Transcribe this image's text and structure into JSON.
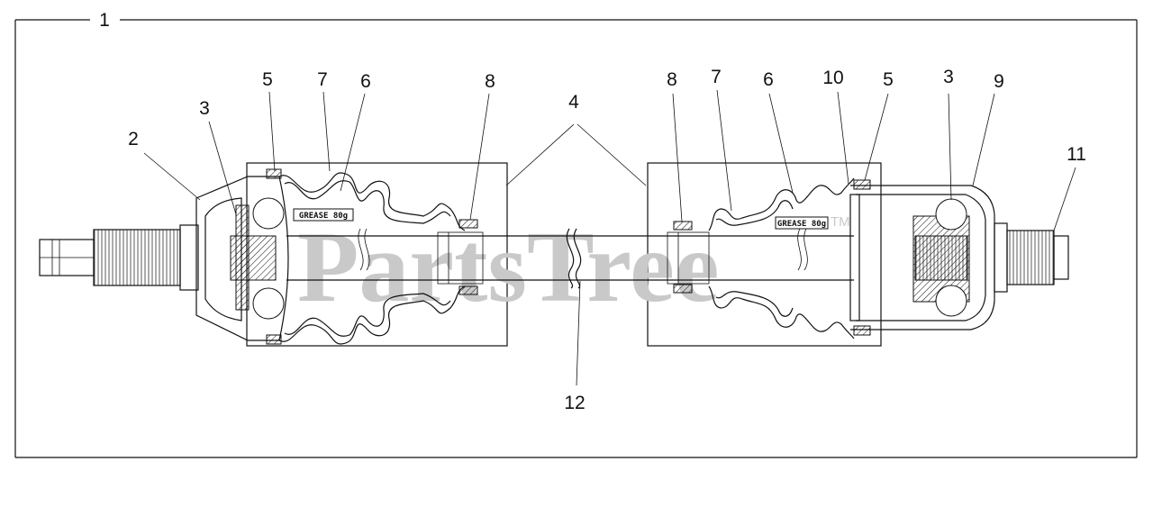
{
  "diagram": {
    "frame_callout": "1",
    "callouts": {
      "left_boot_clamp": "5",
      "left_boot": "7",
      "left_grease": "6",
      "left_small_clamp": "8",
      "shaft_group": "4",
      "left_bearing": "3",
      "left_housing": "2",
      "right_small_clamp": "8",
      "right_boot": "7",
      "right_grease": "6",
      "right_snap_ring": "10",
      "right_boot_clamp": "5",
      "right_bearing": "3",
      "right_housing": "9",
      "right_stub_shaft": "11",
      "shaft": "12"
    },
    "grease_labels": {
      "left": "GREASE 80g",
      "right": "GREASE 80g"
    },
    "watermark": {
      "text": "PartsTree",
      "trademark": "TM"
    }
  }
}
